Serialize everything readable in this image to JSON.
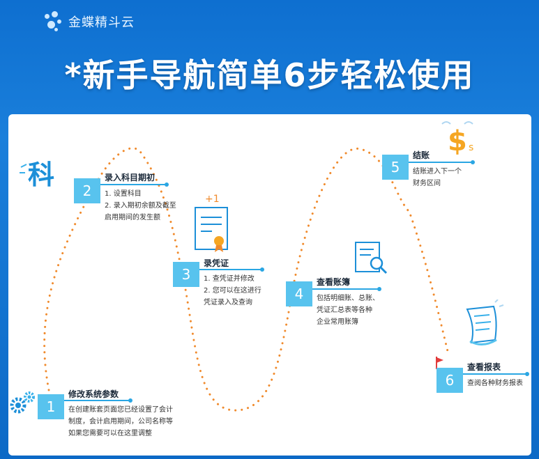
{
  "brand": {
    "name": "金蝶精斗云"
  },
  "headline": "*新手导航简单6步轻松使用",
  "colors": {
    "accent": "#58c3ee",
    "line": "#2aa6e3",
    "dots": "#f08a2c"
  },
  "steps": [
    {
      "number": "1",
      "title": "修改系统参数",
      "desc": [
        "在创建账套页面您已经设置了会计",
        "制度，会计启用期间，公司名称等",
        "如果您需要可以在这里调整"
      ],
      "icon": "gears-icon"
    },
    {
      "number": "2",
      "title": "录入科目期初",
      "desc": [
        "1. 设置科目",
        "2. 录入期初余额及截至",
        "启用期间的发生额"
      ],
      "icon": "subject-character-icon"
    },
    {
      "number": "3",
      "title": "录凭证",
      "desc": [
        "1. 查凭证并修改",
        "2. 您可以在这进行",
        "凭证录入及查询"
      ],
      "icon": "certificate-icon"
    },
    {
      "number": "4",
      "title": "查看账簿",
      "desc": [
        "包括明细账、总账、",
        "凭证汇总表等各种",
        "企业常用账簿"
      ],
      "icon": "ledger-search-icon"
    },
    {
      "number": "5",
      "title": "结账",
      "desc": [
        "结账进入下一个",
        "财务区间"
      ],
      "icon": "dollar-icon"
    },
    {
      "number": "6",
      "title": "查看报表",
      "desc": [
        "查阅各种财务报表"
      ],
      "icon": "report-scroll-icon"
    }
  ],
  "icons": {
    "subject_char": "科",
    "plus_one": "+1",
    "dollar": "$",
    "small_s": "s"
  }
}
